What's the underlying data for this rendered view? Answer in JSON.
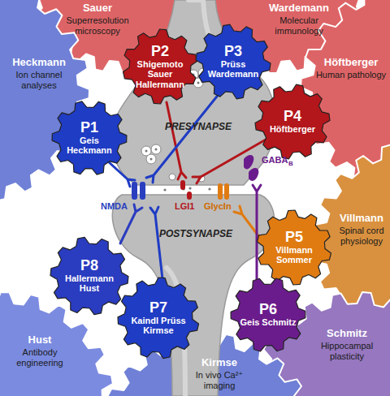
{
  "diagram": {
    "nodes": [
      {
        "text": [
          "Sauer",
          "Superresolution microscopy"
        ]
      },
      {
        "text": [
          "Wardemann",
          "Molecular immunology"
        ]
      },
      {
        "text": [
          "Heckmann",
          "Ion channel analyses"
        ]
      },
      {
        "text": [
          "Höftberger",
          "Human pathology"
        ]
      },
      {
        "text": [
          "Villmann",
          "Spinal cord physiology"
        ]
      },
      {
        "text": [
          "Schmitz",
          "Hippocampal plasticity"
        ]
      },
      {
        "text": [
          "Kirmse",
          "In vivo Ca²⁺ imaging"
        ]
      },
      {
        "text": [
          "Hust",
          "Antibody engineering"
        ]
      },
      {
        "text": [
          "P1",
          "Geis Heckmann"
        ]
      },
      {
        "text": [
          "P2",
          "Shigemoto Sauer Hallermann"
        ]
      },
      {
        "text": [
          "P3",
          "Prüss Wardemann"
        ]
      },
      {
        "text": [
          "P4",
          "Höftberger"
        ]
      },
      {
        "text": [
          "P5",
          "Villmann Sommer"
        ]
      },
      {
        "text": [
          "P6",
          "Geis Schmitz"
        ]
      },
      {
        "text": [
          "P7",
          "Kaindl Prüss Kirmse"
        ]
      },
      {
        "text": [
          "P8",
          "Hallermann Hust"
        ]
      }
    ],
    "labels": [
      "PRESYNAPSE",
      "POSTSYNAPSE",
      "NMDA",
      "LGI1",
      "GlycIn",
      "GABA",
      "B"
    ]
  }
}
